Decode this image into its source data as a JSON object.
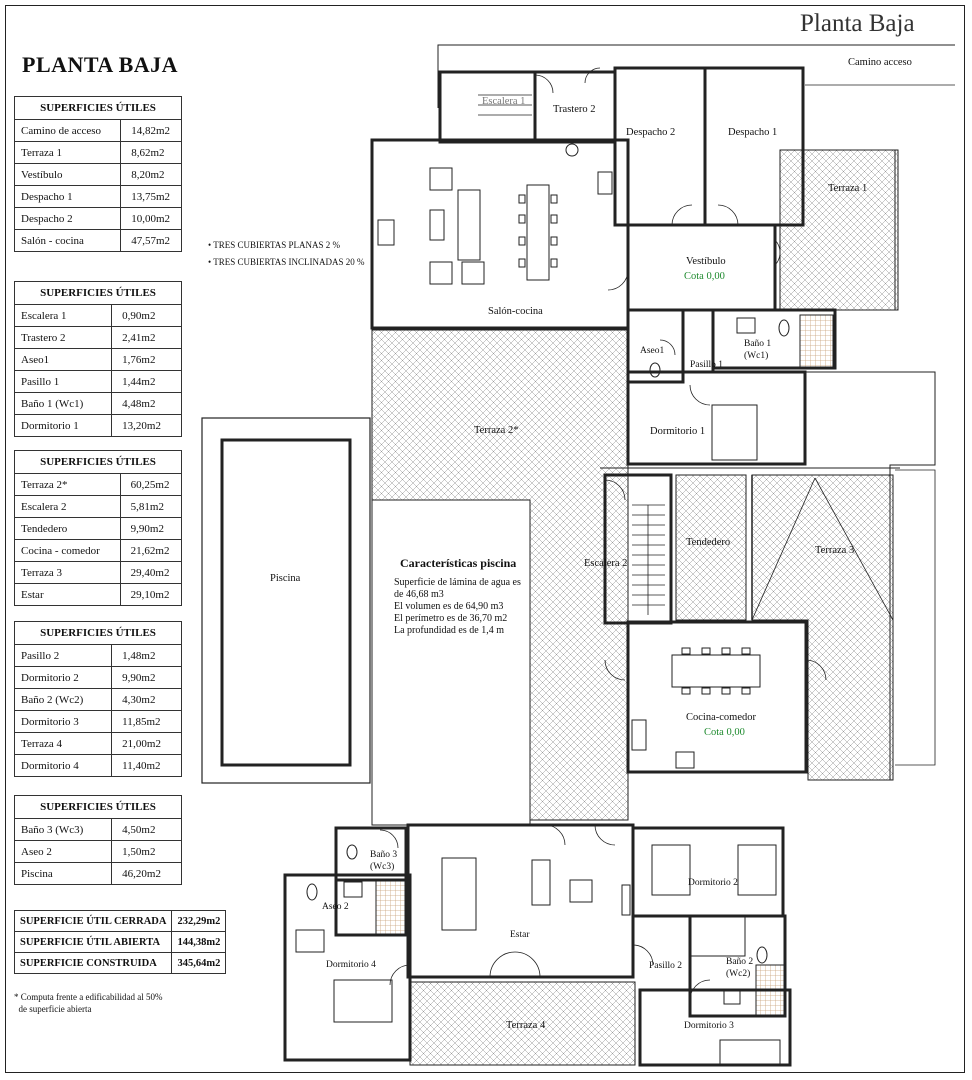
{
  "header": {
    "title": "Planta Baja",
    "left_title": "PLANTA BAJA"
  },
  "table_header": "SUPERFICIES ÚTILES",
  "tables": [
    {
      "rows": [
        [
          "Camino de acceso",
          "14,82m2"
        ],
        [
          "Terraza 1",
          "8,62m2"
        ],
        [
          "Vestíbulo",
          "8,20m2"
        ],
        [
          "Despacho 1",
          "13,75m2"
        ],
        [
          "Despacho 2",
          "10,00m2"
        ],
        [
          "Salón - cocina",
          "47,57m2"
        ]
      ]
    },
    {
      "rows": [
        [
          "Escalera 1",
          "0,90m2"
        ],
        [
          "Trastero 2",
          "2,41m2"
        ],
        [
          "Aseo1",
          "1,76m2"
        ],
        [
          "Pasillo 1",
          "1,44m2"
        ],
        [
          "Baño 1 (Wc1)",
          "4,48m2"
        ],
        [
          "Dormitorio 1",
          "13,20m2"
        ]
      ]
    },
    {
      "rows": [
        [
          "Terraza 2*",
          "60,25m2"
        ],
        [
          "Escalera 2",
          "5,81m2"
        ],
        [
          "Tendedero",
          "9,90m2"
        ],
        [
          "Cocina - comedor",
          "21,62m2"
        ],
        [
          "Terraza 3",
          "29,40m2"
        ],
        [
          "Estar",
          "29,10m2"
        ]
      ]
    },
    {
      "rows": [
        [
          "Pasillo 2",
          "1,48m2"
        ],
        [
          "Dormitorio 2",
          "9,90m2"
        ],
        [
          "Baño 2 (Wc2)",
          "4,30m2"
        ],
        [
          "Dormitorio 3",
          "11,85m2"
        ],
        [
          "Terraza 4",
          "21,00m2"
        ],
        [
          "Dormitorio 4",
          "11,40m2"
        ]
      ]
    },
    {
      "rows": [
        [
          "Baño 3 (Wc3)",
          "4,50m2"
        ],
        [
          "Aseo 2",
          "1,50m2"
        ],
        [
          "Piscina",
          "46,20m2"
        ]
      ]
    }
  ],
  "summary": [
    [
      "SUPERFICIE ÚTIL CERRADA",
      "232,29m2"
    ],
    [
      "SUPERFICIE ÚTIL ABIERTA",
      "144,38m2"
    ],
    [
      "SUPERFICIE CONSTRUIDA",
      "345,64m2"
    ]
  ],
  "notes": {
    "cubiertas_1": "TRES CUBIERTAS PLANAS 2 %",
    "cubiertas_2": "TRES CUBIERTAS INCLINADAS 20 %",
    "footnote_1": "Computa frente a edificabilidad al 50%",
    "footnote_2": "de superficie abierta",
    "bullet": "•",
    "star": "*"
  },
  "pool_info": {
    "title": "Características piscina",
    "lines": [
      "Superficie de lámina de agua es",
      "de 46,68 m3",
      "El volumen es de 64,90 m3",
      "El perímetro es de 36,70 m2",
      "La profundidad es de 1,4 m"
    ]
  },
  "rooms": {
    "camino": "Camino acceso",
    "escalera1": "Escalera 1",
    "trastero2": "Trastero 2",
    "despacho2": "Despacho 2",
    "despacho1": "Despacho 1",
    "terraza1": "Terraza 1",
    "vestibulo": "Vestíbulo",
    "cota1": "Cota 0,00",
    "salon": "Salón-cocina",
    "aseo1": "Aseo1",
    "pasillo1": "Pasillo 1",
    "bano1a": "Baño 1",
    "bano1b": "(Wc1)",
    "dormitorio1": "Dormitorio 1",
    "terraza2": "Terraza 2*",
    "piscina": "Piscina",
    "escalera2": "Escalera 2",
    "tendedero": "Tendedero",
    "terraza3": "Terraza 3",
    "cocina": "Cocina-comedor",
    "cota2": "Cota 0,00",
    "bano3a": "Baño 3",
    "bano3b": "(Wc3)",
    "aseo2": "Aseo 2",
    "dormitorio4": "Dormitorio 4",
    "estar": "Estar",
    "dormitorio2": "Dormitorio 2",
    "pasillo2": "Pasillo 2",
    "bano2a": "Baño 2",
    "bano2b": "(Wc2)",
    "terraza4": "Terraza 4",
    "dormitorio3": "Dormitorio 3"
  },
  "colors": {
    "ink": "#222222",
    "cota": "#1e8a2e",
    "hatch": "#9a9a9a"
  }
}
